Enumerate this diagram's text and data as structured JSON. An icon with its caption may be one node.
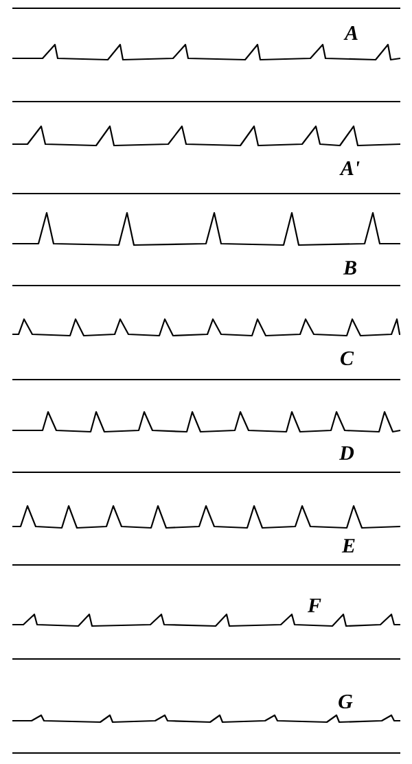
{
  "diagram": {
    "labels": [
      "A",
      "A'",
      "B",
      "C",
      "D",
      "E",
      "F",
      "G"
    ]
  }
}
